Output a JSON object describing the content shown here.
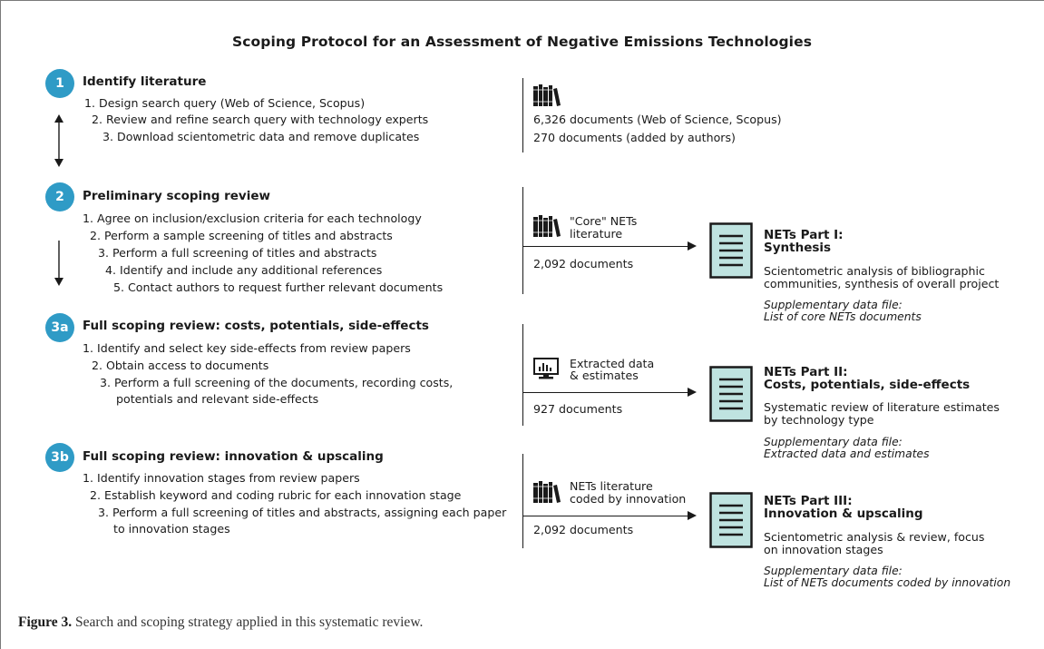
{
  "title": "Scoping Protocol for an Assessment of Negative Emissions Technologies",
  "steps": [
    {
      "badge": "1",
      "title": "Identify literature",
      "items": [
        "1. Design search query (Web of Science, Scopus)",
        "2. Review and refine search query with technology experts",
        "3. Download scientometric data and remove duplicates"
      ],
      "source": {
        "icon": "books-icon",
        "lines": [
          "6,326 documents (Web of Science, Scopus)",
          "270 documents (added by authors)"
        ]
      }
    },
    {
      "badge": "2",
      "title": "Preliminary scoping review",
      "items": [
        "1. Agree on inclusion/exclusion criteria for each technology",
        "2. Perform a sample screening of titles and abstracts",
        "3. Perform a full screening of titles and abstracts",
        "4. Identify and include any additional references",
        "5. Contact authors to request further relevant documents"
      ],
      "source": {
        "icon": "books-icon",
        "label_line1": "\"Core\" NETs",
        "label_line2": "literature",
        "count": "2,092 documents"
      },
      "output": {
        "title_line1": "NETs Part I:",
        "title_line2": "Synthesis",
        "desc_line1": "Scientometric analysis of bibliographic",
        "desc_line2": "communities, synthesis of overall project",
        "supp_line1": "Supplementary data file:",
        "supp_line2": "List of core NETs documents"
      }
    },
    {
      "badge": "3a",
      "title": "Full scoping review: costs, potentials, side-effects",
      "items": [
        "1. Identify and select key side-effects from review papers",
        "2. Obtain access to documents",
        "3. Perform a full screening of the documents, recording costs,",
        "potentials and relevant side-effects"
      ],
      "source": {
        "icon": "monitor-chart-icon",
        "label_line1": "Extracted data",
        "label_line2": "& estimates",
        "count": "927 documents"
      },
      "output": {
        "title_line1": "NETs Part II:",
        "title_line2": "Costs, potentials, side-effects",
        "desc_line1": "Systematic review of literature estimates",
        "desc_line2": "by technology type",
        "supp_line1": "Supplementary data file:",
        "supp_line2": "Extracted data and estimates"
      }
    },
    {
      "badge": "3b",
      "title": "Full scoping review: innovation & upscaling",
      "items": [
        "1. Identify innovation stages from review papers",
        "2. Establish keyword and coding rubric for each innovation stage",
        "3. Perform a full screening of titles and abstracts, assigning each paper",
        "to innovation stages"
      ],
      "source": {
        "icon": "books-icon",
        "label_line1": "NETs literature",
        "label_line2": "coded by innovation",
        "count": "2,092 documents"
      },
      "output": {
        "title_line1": "NETs Part III:",
        "title_line2": "Innovation & upscaling",
        "desc_line1": "Scientometric analysis & review, focus",
        "desc_line2": "on innovation stages",
        "supp_line1": "Supplementary data file:",
        "supp_line2": "List of NETs documents coded by innovation"
      }
    }
  ],
  "caption": {
    "label": "Figure 3.",
    "text": " Search and scoping strategy applied in this systematic review."
  },
  "colors": {
    "badge": "#2f9bc6",
    "doc_fill": "#bfe3e0",
    "line": "#1a1a1a"
  }
}
